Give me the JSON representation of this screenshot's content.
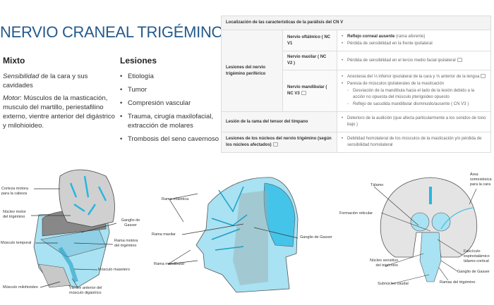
{
  "title": "NERVIO CRANEAL TRIGÉMINO",
  "mixto": {
    "heading": "Mixto",
    "sens_em": "Sensibilidad",
    "sens_rest": " de la cara y sus cavidades",
    "motor_em": "Motor",
    "motor_rest": ": Músculos de la masticación, musculo del martillo, periestafilino externo, vientre anterior del digástrico y milohioideo."
  },
  "lesiones": {
    "heading": "Lesiones",
    "items": [
      "Etiología",
      "Tumor",
      "Compresión vascular",
      "Trauma, cirugía maxilofacial, extracción de molares",
      "Trombosis del seno cavernoso"
    ]
  },
  "table": {
    "header": "Localización de las características de la parálisis del CN V",
    "peripheral": "Lesiones del nervio trigémino periférico",
    "v1": {
      "label": "Nervio oftálmico ( NC V1",
      "b1_bold": "Reflejo corneal ausente",
      "b1_rest": " (rama aferente)",
      "b2": "Pérdida de sensibilidad en la frente ipsilateral"
    },
    "v2": {
      "label": "Nervio maxilar ( NC V2 )",
      "b1": "Pérdida de sensibilidad en el tercio medio facial ipsilateral"
    },
    "v3": {
      "label": "Nervio mandibular ( NC V3",
      "b1": "Anestesia del ⅓ inferior ipsolateral de la cara y ⅔ anterior de la lengua",
      "b2": "Paresia de músculos ipsilaterales de la masticación",
      "s1": "Desviación de la mandíbula hacia el lado de la lesión debido a la acción no opuesta del músculo pterigoideo opuesto",
      "s2": "Reflejo de sacudida mandibular disminuido/ausente ( CN V3 )"
    },
    "tensor": {
      "label": "Lesión de la rama del tensor del tímpano",
      "b1": "Deterioro de la audición (que afecta particularmente a los sonidos de tono bajo )"
    },
    "nucleos": {
      "label": "Lesiones de los núcleos del nervio trigémino (según los núcleos afectados)",
      "b1": "Debilidad homolateral de los músculos de la masticación y/o pérdida de sensibilidad homolateral"
    }
  },
  "figures": {
    "motor": [
      "Corteza motora para la cabeza",
      "Núcleo motor del trigémino",
      "Músculo temporal",
      "Ganglio de Gasser",
      "Rama motora del trigémino",
      "Músculo masetero",
      "Músculo milohioideo",
      "Vientre anterior del músculo digástrico"
    ],
    "branches": [
      "Rama oftálmica",
      "Rama maxilar",
      "Rama mandibular",
      "Ganglio de Gasser"
    ],
    "sensory": [
      "Tálamo",
      "Formación reticular",
      "Área somestésica para la cara",
      "Núcleo sensitivo del trigémino",
      "Fascículo espinotalámico tálamo-cortical",
      "Ganglio de Gasser",
      "Subnúcleo caudal",
      "Ramas del trigémino"
    ]
  },
  "colors": {
    "title": "#245a8c",
    "nerve": "#29b6e0",
    "skin": "#a9e2f2"
  }
}
